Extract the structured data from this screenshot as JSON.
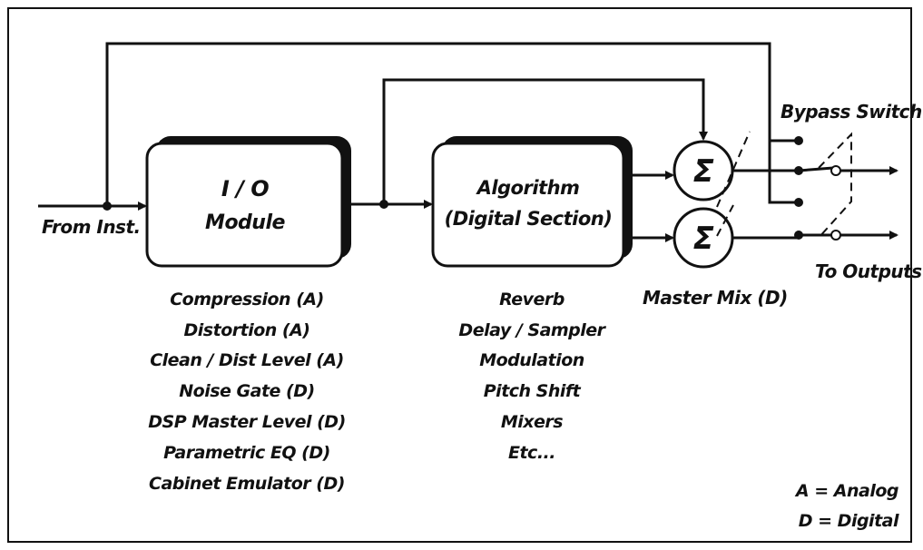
{
  "labels": {
    "from_inst": "From Inst.",
    "io_line1": "I / O",
    "io_line2": "Module",
    "algo_line1": "Algorithm",
    "algo_line2": "(Digital Section)",
    "sigma": "Σ",
    "bypass_switch": "Bypass Switch",
    "to_outputs": "To Outputs",
    "master_mix": "Master Mix (D)"
  },
  "io_functions": [
    "Compression (A)",
    "Distortion (A)",
    "Clean / Dist Level (A)",
    "Noise Gate (D)",
    "DSP Master Level (D)",
    "Parametric EQ (D)",
    "Cabinet Emulator (D)"
  ],
  "algorithm_functions": [
    "Reverb",
    "Delay / Sampler",
    "Modulation",
    "Pitch Shift",
    "Mixers",
    "Etc..."
  ],
  "key": {
    "analog": "A = Analog",
    "digital": "D = Digital"
  }
}
